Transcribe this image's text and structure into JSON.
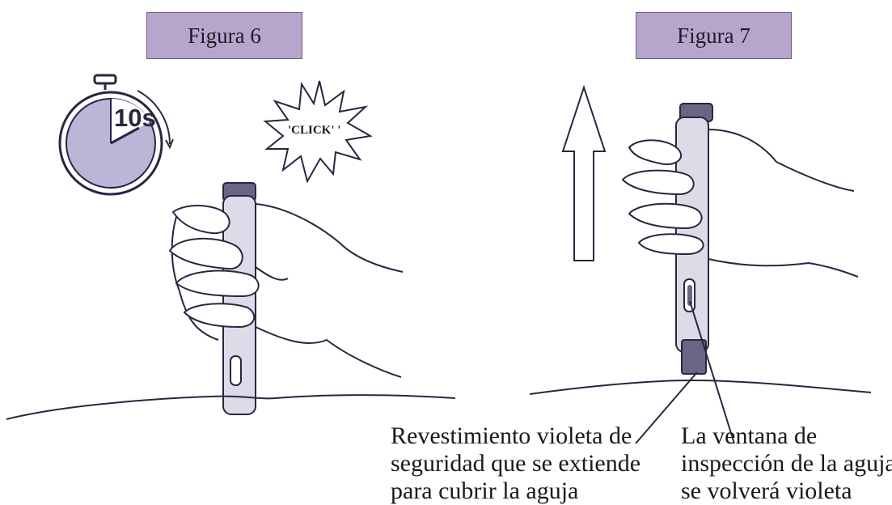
{
  "figures": [
    {
      "label": "Figura 6"
    },
    {
      "label": "Figura 7"
    }
  ],
  "timer": {
    "text": "10s"
  },
  "click": {
    "text": "'CLICK'  '"
  },
  "captions": {
    "left": [
      "Revestimiento violeta de",
      "seguridad que se extiende",
      "para cubrir la aguja"
    ],
    "right": [
      "La ventana de",
      "inspección de la aguja",
      "se volverá violeta"
    ]
  },
  "colors": {
    "label_fill": "#b7a6cc",
    "pen_body": "#dcdce8",
    "pen_cap": "#6b6585",
    "timer_fill": "#b9b6d8",
    "line": "#2b2540"
  }
}
